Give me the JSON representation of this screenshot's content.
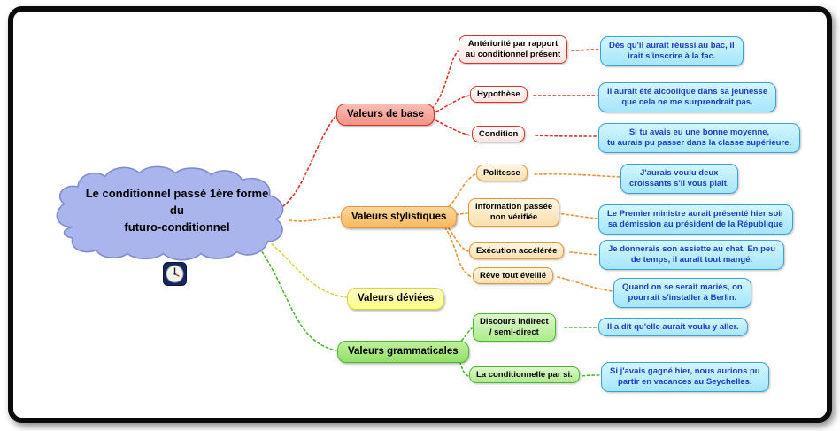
{
  "root": {
    "label": "Le conditionnel passé 1ère forme\ndu\nfuturo-conditionnel",
    "fill": "#aab5ee",
    "border": "#7f8cc9"
  },
  "branches": [
    {
      "label": "Valeurs de base",
      "line_color": "#d63425",
      "fill": "#f7a59c",
      "children": [
        {
          "label": "Antériorité par rapport\nau conditionnel présent",
          "example": "Dès qu'il aurait réussi au bac, il\nirait s'inscrire à la fac."
        },
        {
          "label": "Hypothèse",
          "example": "Il aurait été alcoolique dans sa jeunesse\nque cela ne me surprendrait pas."
        },
        {
          "label": "Condition",
          "example": "Si tu avais eu une bonne moyenne,\ntu aurais pu passer dans la classe supérieure."
        }
      ]
    },
    {
      "label": "Valeurs stylistiques",
      "line_color": "#e8943a",
      "fill": "#f9c675",
      "children": [
        {
          "label": "Politesse",
          "example": "J'aurais voulu deux\ncroissants s'il vous plait."
        },
        {
          "label": "Information passée\nnon vérifiée",
          "example": "Le Premier ministre aurait présenté hier soir\nsa démission au président de la République"
        },
        {
          "label": "Exécution accélérée",
          "example": "Je donnerais son assiette au chat. En peu\nde temps, il aurait tout mangé."
        },
        {
          "label": "Rêve tout éveillé",
          "example": "Quand on se serait mariés, on\npourrait s'installer à Berlin."
        }
      ]
    },
    {
      "label": "Valeurs déviées",
      "line_color": "#d9d14b",
      "fill": "#ffffa2",
      "children": []
    },
    {
      "label": "Valeurs grammaticales",
      "line_color": "#4cb82e",
      "fill": "#a6e87e",
      "children": [
        {
          "label": "Discours indirect\n/ semi-direct",
          "example": "Il a dit qu'elle aurait voulu y aller."
        },
        {
          "label": "La conditionnelle par si.",
          "example": "Si j'avais gagné hier, nous aurions pu\npartir en vacances au Seychelles."
        }
      ]
    }
  ],
  "example_style": {
    "fill": "#b5ecfd",
    "border": "#3b9fd8",
    "text_color": "#1d3ec0"
  },
  "icons": {
    "clock": "clock-icon"
  }
}
